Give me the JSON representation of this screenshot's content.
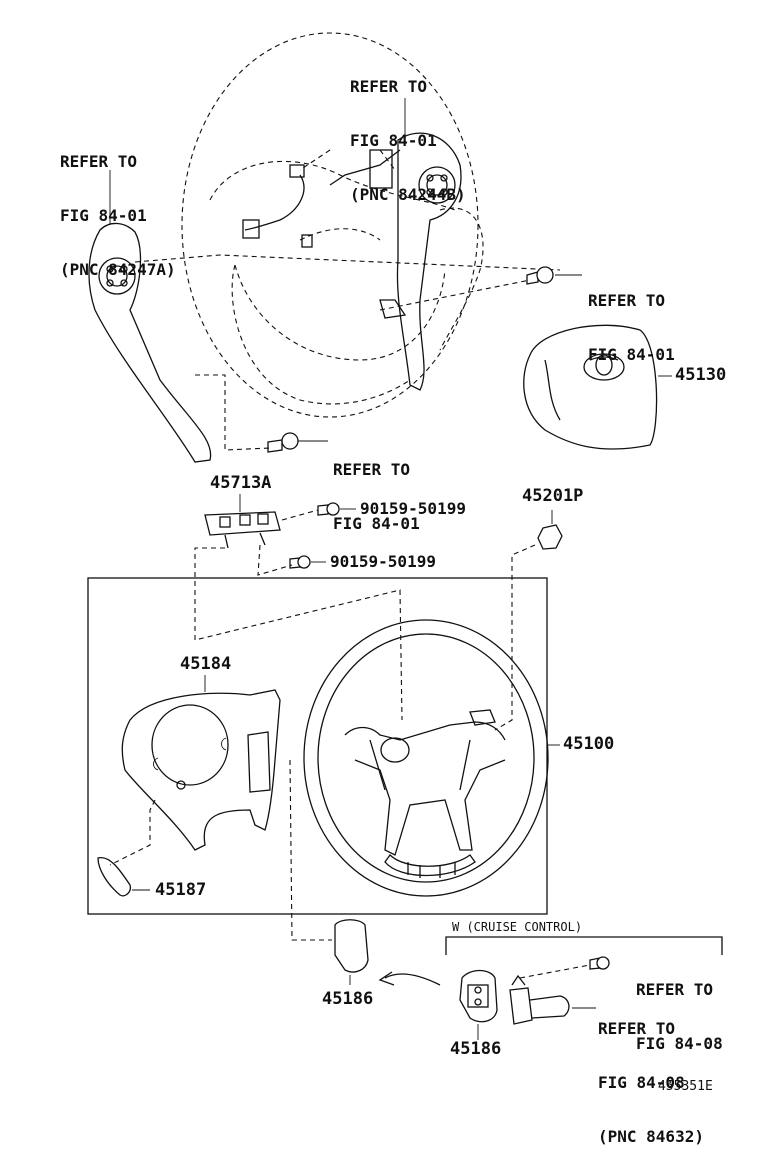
{
  "refs": {
    "top_center": [
      "REFER TO",
      "FIG 84-01",
      "(PNC 84244B)"
    ],
    "top_left": [
      "REFER TO",
      "FIG 84-01",
      "(PNC 84247A)"
    ],
    "right_bolt": [
      "REFER TO",
      "FIG 84-01"
    ],
    "lower_bolt": [
      "REFER TO",
      "FIG 84-01"
    ],
    "cruise_upper": [
      "REFER TO",
      "FIG 84-08"
    ],
    "cruise_lower": [
      "REFER TO",
      "FIG 84-08",
      "(PNC 84632)"
    ]
  },
  "parts": {
    "p45130": "45130",
    "p45713A": "45713A",
    "p90159_a": "90159-50199",
    "p90159_b": "90159-50199",
    "p45201P": "45201P",
    "p45184": "45184",
    "p45100": "45100",
    "p45187": "45187",
    "p45186_left": "45186",
    "p45186_right": "45186"
  },
  "cruise_label": "W (CRUISE CONTROL)",
  "illustration_code": "455351E"
}
